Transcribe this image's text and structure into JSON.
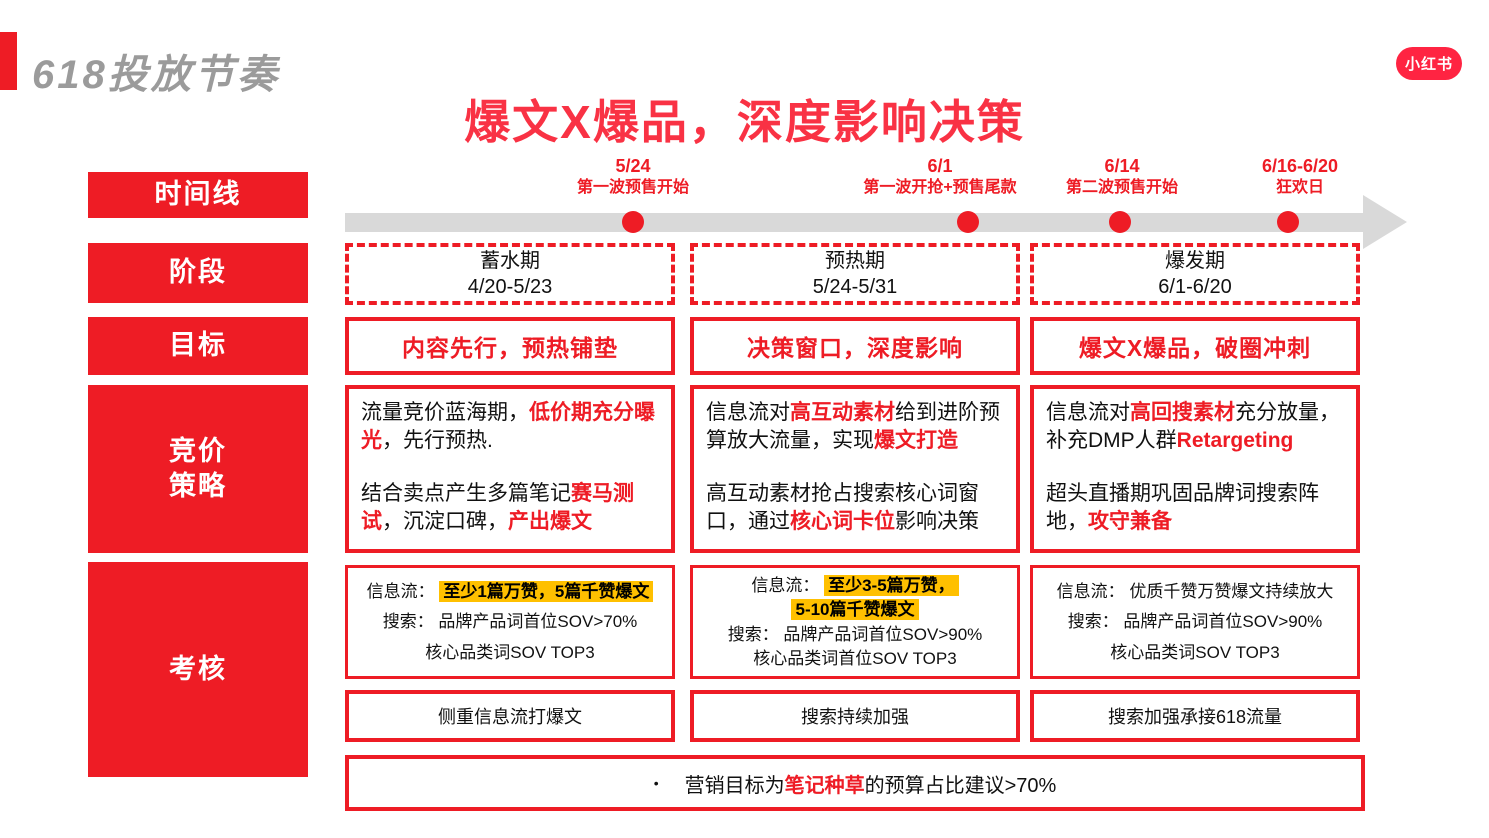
{
  "colors": {
    "red": "#EE1C25",
    "title_red": "#F93244",
    "logo_red": "#FF2442",
    "gray_title": "#9B9B9B",
    "timeline_gray": "#D9D9D9",
    "highlight": "#FFC000",
    "ink": "#111111"
  },
  "header": {
    "page_title": "618投放节奏",
    "logo": "小红书"
  },
  "main_title": "爆文X爆品，深度影响决策",
  "row_labels": {
    "timeline": "时间线",
    "phase": "阶段",
    "goal": "目标",
    "bidding": "竞价\n策略",
    "assessment": "考核"
  },
  "timeline": {
    "milestones": [
      {
        "date": "5/24",
        "label": "第一波预售开始"
      },
      {
        "date": "6/1",
        "label": "第一波开抢+预售尾款"
      },
      {
        "date": "6/14",
        "label": "第二波预售开始"
      },
      {
        "date": "6/16-6/20",
        "label": "狂欢日"
      }
    ]
  },
  "phases": [
    {
      "name": "蓄水期",
      "dates": "4/20-5/23"
    },
    {
      "name": "预热期",
      "dates": "5/24-5/31"
    },
    {
      "name": "爆发期",
      "dates": "6/1-6/20"
    }
  ],
  "goals": [
    "内容先行，预热铺垫",
    "决策窗口，深度影响",
    "爆文X爆品，破圈冲刺"
  ],
  "strategies": [
    {
      "p1": [
        {
          "t": "流量竞价蓝海期，"
        },
        {
          "t": "低价期充分曝光",
          "s": "r"
        },
        {
          "t": "，先行预热."
        }
      ],
      "p2": [
        {
          "t": "结合卖点产生多篇笔记"
        },
        {
          "t": "赛马测试",
          "s": "r"
        },
        {
          "t": "，沉淀口碑，"
        },
        {
          "t": "产出爆文",
          "s": "r"
        }
      ]
    },
    {
      "p1": [
        {
          "t": "信息流对"
        },
        {
          "t": "高互动素材",
          "s": "r"
        },
        {
          "t": "给到进阶预算放大流量，实现"
        },
        {
          "t": "爆文打造",
          "s": "r"
        }
      ],
      "p2": [
        {
          "t": "高互动素材抢占搜索核心词窗口，通过"
        },
        {
          "t": "核心词卡位",
          "s": "r"
        },
        {
          "t": "影响决策"
        }
      ]
    },
    {
      "p1": [
        {
          "t": "信息流对"
        },
        {
          "t": "高回搜素材",
          "s": "r"
        },
        {
          "t": "充分放量，补充DMP人群"
        },
        {
          "t": "Retargeting",
          "s": "r"
        }
      ],
      "p2": [
        {
          "t": "超头直播期巩固品牌词搜索阵地，"
        },
        {
          "t": "攻守兼备",
          "s": "r"
        }
      ]
    }
  ],
  "assessments": [
    {
      "feed1": [
        {
          "t": "信息流： "
        },
        {
          "t": "至少1篇万赞，5篇千赞爆文",
          "s": "h"
        }
      ],
      "feed2": [],
      "search1": "搜索： 品牌产品词首位SOV>70%",
      "search2": "核心品类词SOV TOP3"
    },
    {
      "feed1": [
        {
          "t": "信息流： "
        },
        {
          "t": "至少3-5篇万赞，",
          "s": "h"
        }
      ],
      "feed2": [
        {
          "t": "5-10篇千赞爆文",
          "s": "h"
        }
      ],
      "search1": "搜索： 品牌产品词首位SOV>90%",
      "search2": "核心品类词首位SOV TOP3"
    },
    {
      "feed1": [
        {
          "t": "信息流： 优质千赞万赞爆文持续放大"
        }
      ],
      "feed2": [],
      "search1": "搜索： 品牌产品词首位SOV>90%",
      "search2": "核心品类词SOV TOP3"
    }
  ],
  "strips": [
    "侧重信息流打爆文",
    "搜索持续加强",
    "搜索加强承接618流量"
  ],
  "note": {
    "bullet": "•",
    "segments": [
      {
        "t": "营销目标为"
      },
      {
        "t": "笔记种草",
        "s": "r"
      },
      {
        "t": "的预算占比建议>70%"
      }
    ]
  }
}
